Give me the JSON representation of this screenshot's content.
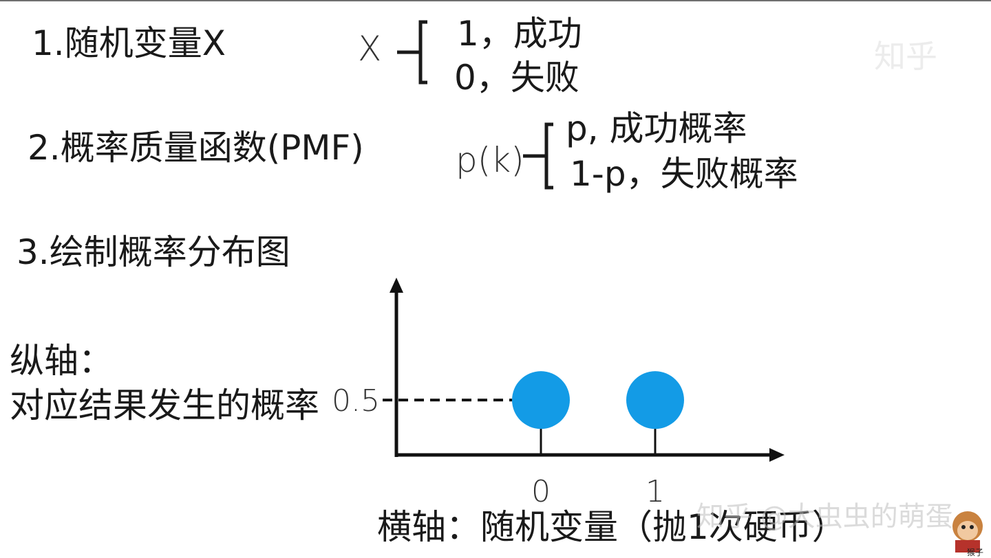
{
  "item1": {
    "label": "1.随机变量X",
    "var": "X",
    "case1": "1，成功",
    "case0": "0，失败"
  },
  "item2": {
    "label": "2.概率质量函数(PMF)",
    "fn": "p(k)",
    "case1": "p, 成功概率",
    "case0": "1-p，失败概率"
  },
  "item3": {
    "label": "3.绘制概率分布图"
  },
  "axes": {
    "y_label_line1": "纵轴：",
    "y_label_line2": "对应结果发生的概率",
    "x_label": "横轴：随机变量（抛1次硬币）"
  },
  "chart_data": {
    "type": "scatter",
    "categories": [
      "0",
      "1"
    ],
    "values": [
      0.5,
      0.5
    ],
    "y_tick": "0.5",
    "color": "#139be6"
  },
  "watermark": {
    "top": "知乎",
    "bottom": "知乎 @大虫虫的萌蛋",
    "avatar_label": "猴子"
  }
}
